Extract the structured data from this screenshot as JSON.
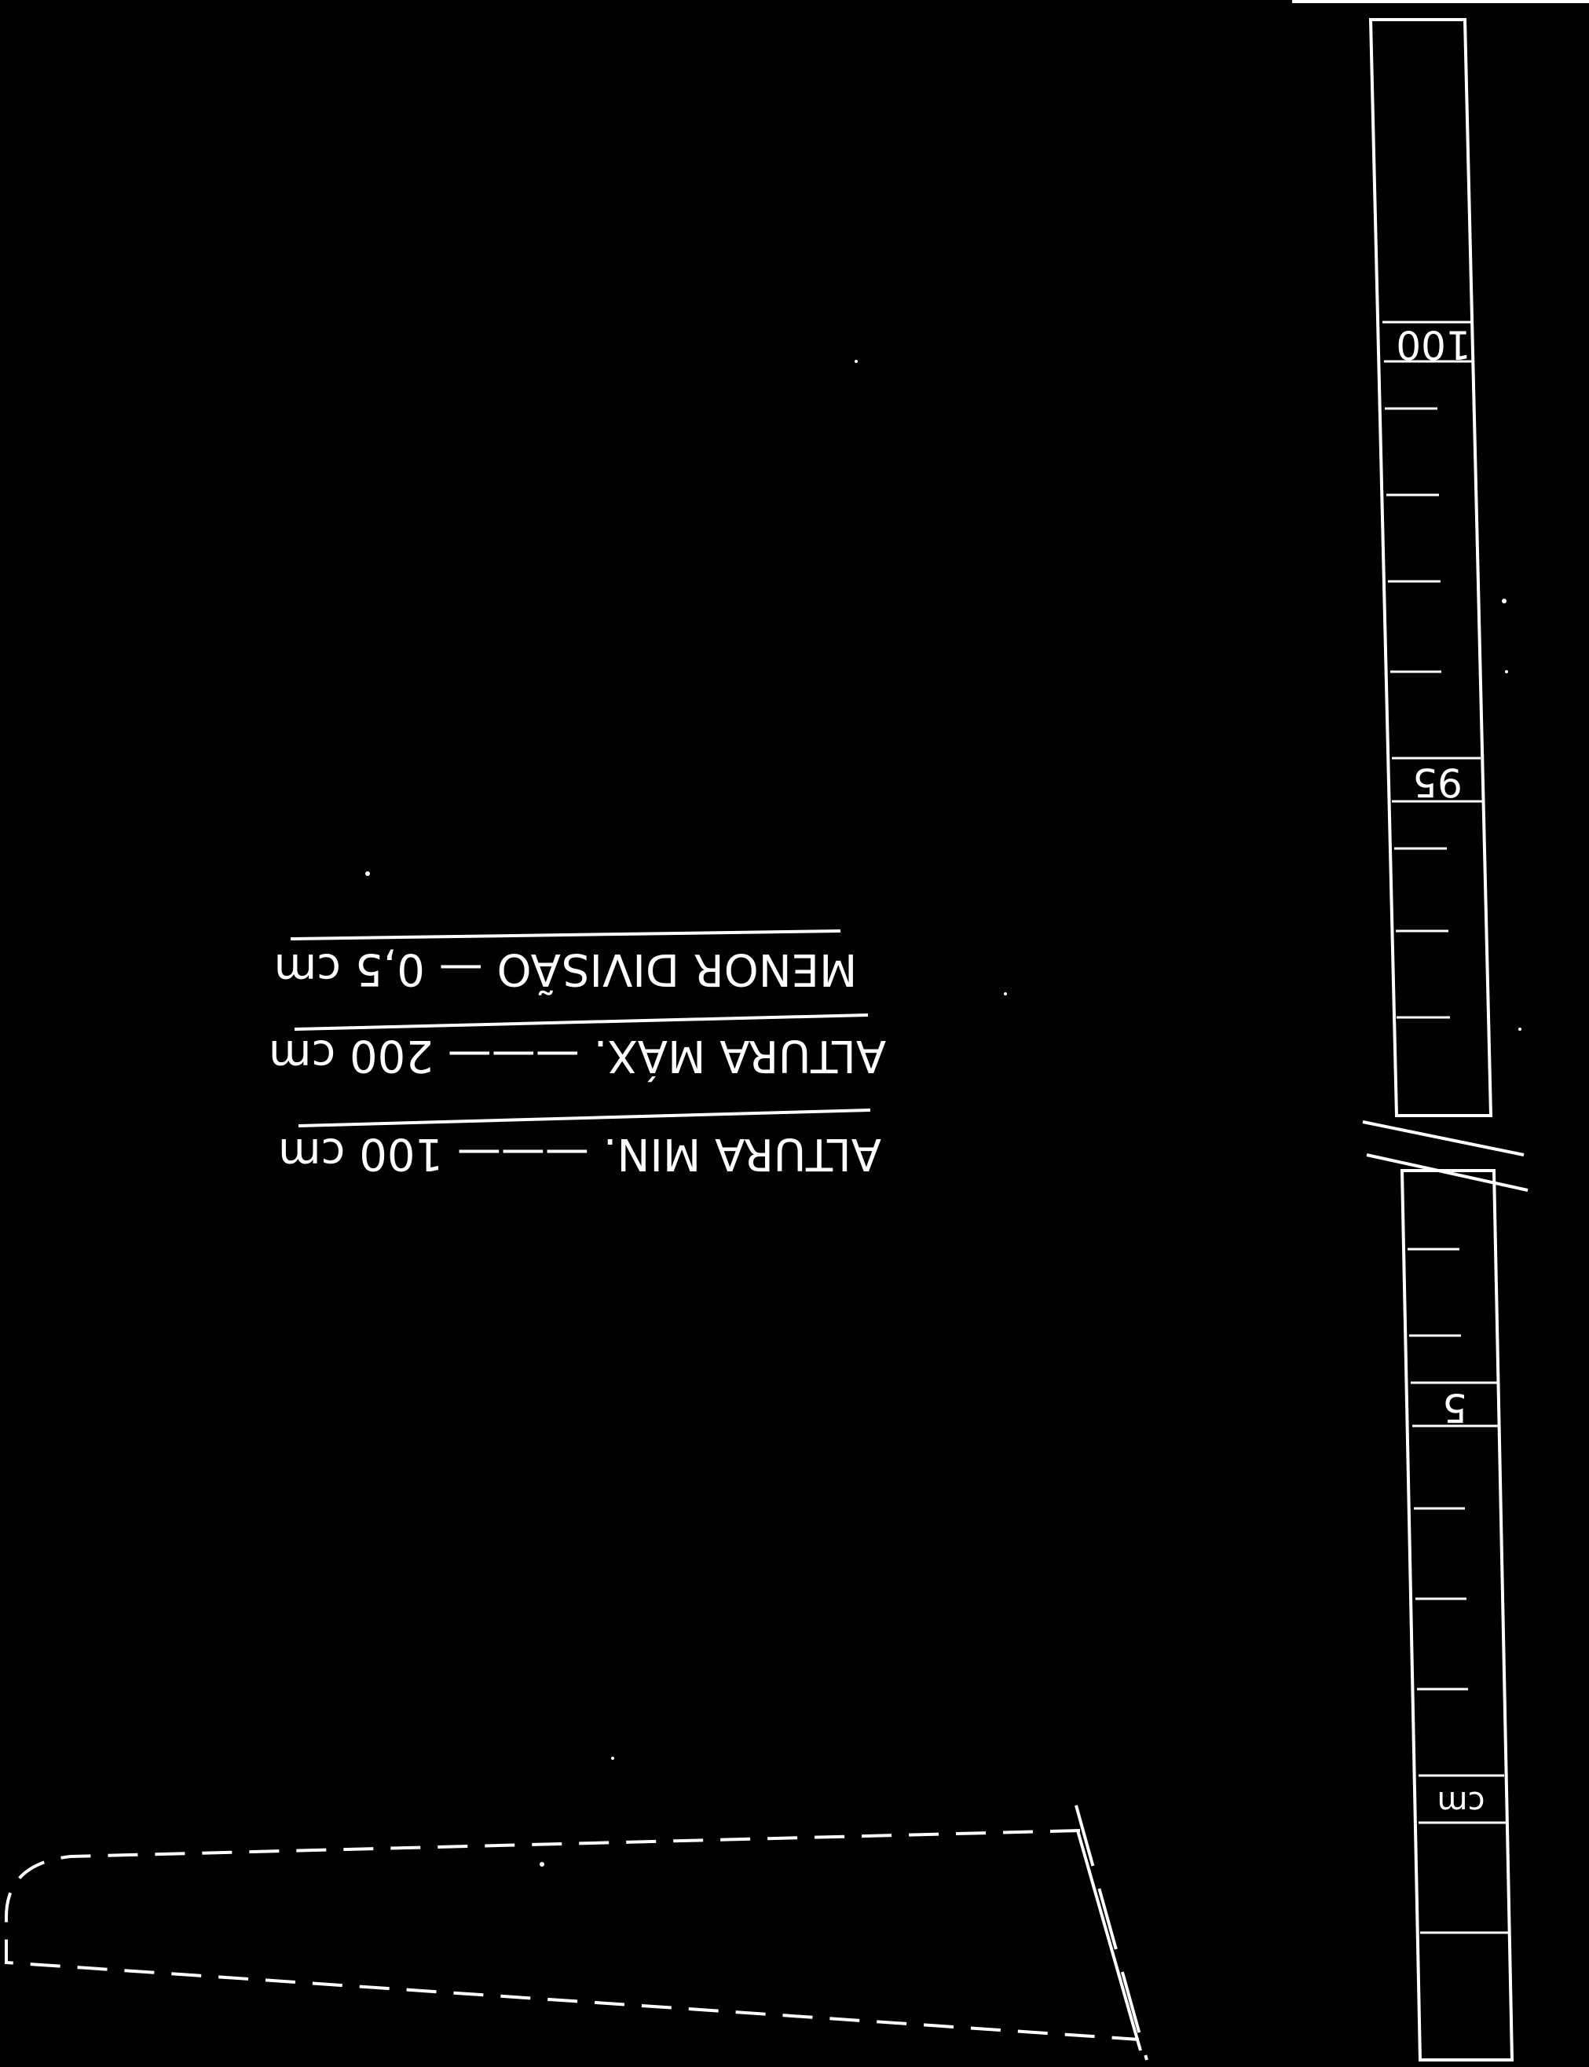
{
  "colors": {
    "background": "#000000",
    "ink": "#ffffff"
  },
  "specs": {
    "min_label": "ALTURA MIN.",
    "min_value": "100 cm",
    "max_label": "ALTURA MÁX.",
    "max_value": "200 cm",
    "division_label": "MENOR DIVISÃO",
    "division_value": "0,5 cm"
  },
  "scale": {
    "upper_number": "100",
    "middle_number": "95",
    "lower_number": "5",
    "unit": "cm"
  }
}
